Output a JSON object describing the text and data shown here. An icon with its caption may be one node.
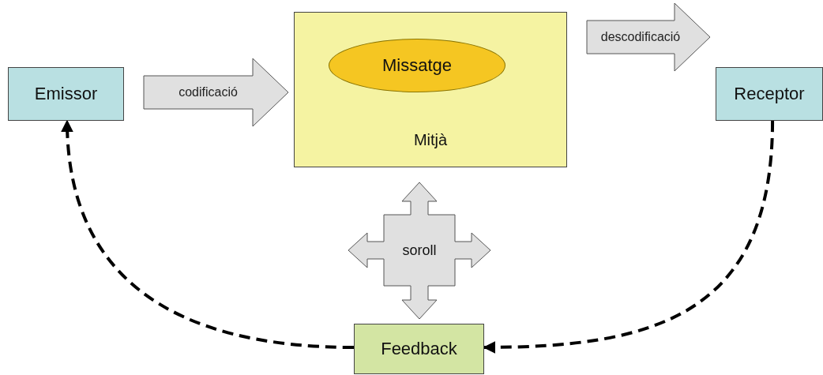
{
  "diagram": {
    "nodes": [
      {
        "text": [
          "Emissor"
        ]
      },
      {
        "text": [
          "Mitjà"
        ]
      },
      {
        "text": [
          "Missatge"
        ],
        "in": 1
      },
      {
        "text": [
          "Receptor"
        ]
      },
      {
        "text": [
          "soroll"
        ]
      },
      {
        "text": [
          "Feedback"
        ]
      }
    ],
    "edges": [
      {
        "from": 0,
        "to": 1,
        "arrow": "to",
        "label": "codificació",
        "style": "thick"
      },
      {
        "from": 1,
        "to": 3,
        "arrow": "to",
        "label": "descodificació",
        "style": "thick"
      },
      {
        "from": 3,
        "to": 5,
        "arrow": "to",
        "style": "dashed"
      },
      {
        "from": 5,
        "to": 0,
        "arrow": "to",
        "style": "dashed"
      }
    ]
  }
}
